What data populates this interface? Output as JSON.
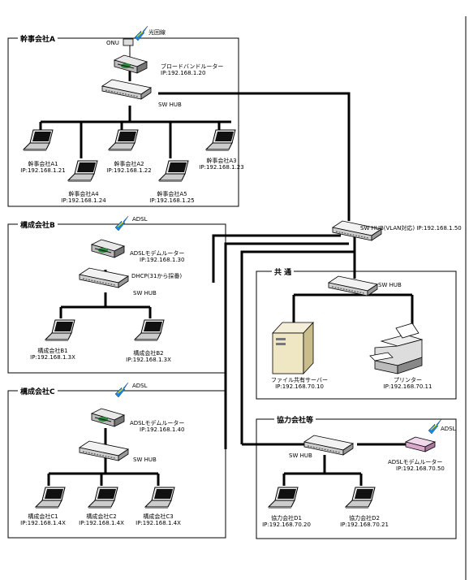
{
  "sections": {
    "a": "幹事会社A",
    "b": "構成会社B",
    "c": "構成会社C",
    "common": "共 通",
    "partner": "協力会社等"
  },
  "links": {
    "fiber": "光回線",
    "adsl_b": "ADSL",
    "adsl_c": "ADSL",
    "adsl_p": "ADSL"
  },
  "devices": {
    "onu": "ONU",
    "router_a": {
      "name": "ブロードバンドルーター",
      "ip": "IP:192.168.1.20"
    },
    "hub_a": "SW HUB",
    "pc_a1": {
      "name": "幹事会社A1",
      "ip": "IP:192.168.1.21"
    },
    "pc_a2": {
      "name": "幹事会社A2",
      "ip": "IP:192.168.1.22"
    },
    "pc_a3": {
      "name": "幹事会社A3",
      "ip": "IP:192.168.1.23"
    },
    "pc_a4": {
      "name": "幹事会社A4",
      "ip": "IP:192.168.1.24"
    },
    "pc_a5": {
      "name": "幹事会社A5",
      "ip": "IP:192.168.1.25"
    },
    "vlan_hub": "SW HUB(VLAN対応) IP:192.168.1.50",
    "router_b": {
      "name": "ADSLモデムルーター",
      "ip": "IP:192.168.1.30"
    },
    "dhcp_b": "DHCP(31から採番)",
    "hub_b": "SW HUB",
    "pc_b1": {
      "name": "構成会社B1",
      "ip": "IP:192.168.1.3X"
    },
    "pc_b2": {
      "name": "構成会社B2",
      "ip": "IP:192.168.1.3X"
    },
    "hub_common": "SW HUB",
    "server": {
      "name": "ファイル共有サーバー",
      "ip": "IP:192.168.70.10"
    },
    "printer": {
      "name": "プリンター",
      "ip": "IP:192.168.70.11"
    },
    "router_c": {
      "name": "ADSLモデムルーター",
      "ip": "IP:192.168.1.40"
    },
    "hub_c": "SW HUB",
    "pc_c1": {
      "name": "構成会社C1",
      "ip": "IP:192.168.1.4X"
    },
    "pc_c2": {
      "name": "構成会社C2",
      "ip": "IP:192.168.1.4X"
    },
    "pc_c3": {
      "name": "構成会社C3",
      "ip": "IP:192.168.1.4X"
    },
    "hub_p": "SW HUB",
    "router_p": {
      "name": "ADSLモデムルーター",
      "ip": "IP:192.168.70.50"
    },
    "pc_d1": {
      "name": "協力会社D1",
      "ip": "IP:192.168.70.20"
    },
    "pc_d2": {
      "name": "協力会社D2",
      "ip": "IP:192.168.70.21"
    }
  }
}
